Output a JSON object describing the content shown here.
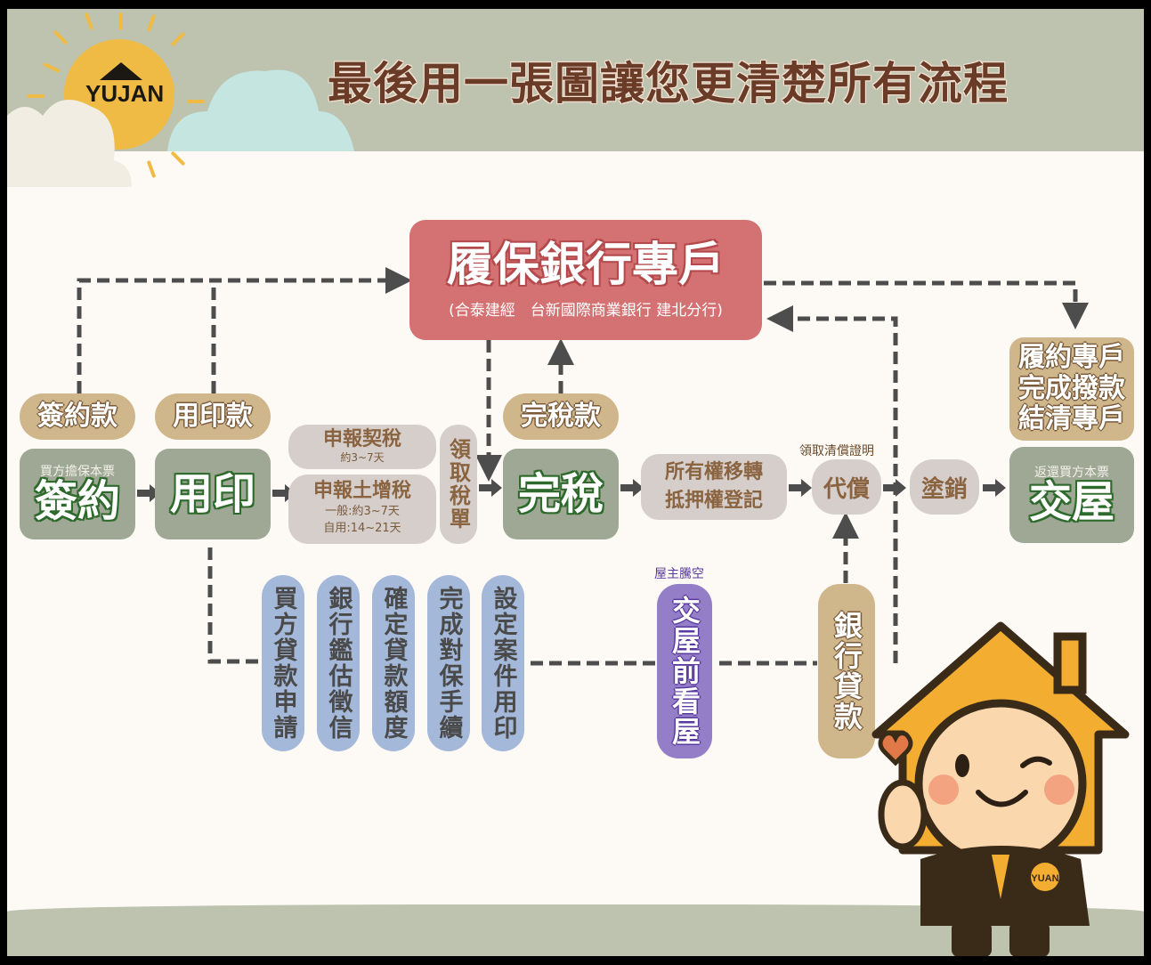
{
  "title": "最後用一張圖讓您更清楚所有流程",
  "logo": {
    "text": "YUJAN",
    "icon": "house-logo-icon"
  },
  "escrow_account": {
    "title": "履保銀行專戶",
    "subtitle": "(合泰建經　台新國際商業銀行  建北分行)"
  },
  "payments": {
    "signing": "簽約款",
    "stamping": "用印款",
    "tax_complete": "完稅款",
    "settlement": [
      "履約專戶",
      "完成撥款",
      "結清專戶"
    ],
    "bank_loan": "銀行貸款"
  },
  "steps": {
    "signing": {
      "note": "買方擔保本票",
      "label": "簽約"
    },
    "stamping": {
      "label": "用印"
    },
    "deed_tax": {
      "label": "申報契稅",
      "note": "約3~7天"
    },
    "land_tax": {
      "label": "申報土增稅",
      "note1": "一般:約3~7天",
      "note2": "自用:14~21天"
    },
    "get_tax_bill": "領取稅單",
    "tax_paid": {
      "label": "完稅"
    },
    "transfer": [
      "所有權移轉",
      "抵押權登記"
    ],
    "payoff": {
      "note": "領取清償證明",
      "label": "代償"
    },
    "cancel": "塗銷",
    "handover": {
      "note": "返還買方本票",
      "label": "交屋"
    }
  },
  "loan_steps": [
    "買方貸款申請",
    "銀行鑑估徵信",
    "確定貸款額度",
    "完成對保手續",
    "設定案件用印"
  ],
  "pre_handover": {
    "note": "屋主騰空",
    "label": "交屋前看屋"
  },
  "mascot": {
    "badge": "YUAN"
  },
  "colors": {
    "header": "#bdc3ae",
    "title": "#6a3c28",
    "escrow": "#d47172",
    "step_green": "#9ea895",
    "payment_tan": "#cfb78b",
    "process_grey": "#d6cecb",
    "loan_blue": "#a4b8d9",
    "inspect_purple": "#947ec7",
    "line": "#4d4d4d"
  }
}
